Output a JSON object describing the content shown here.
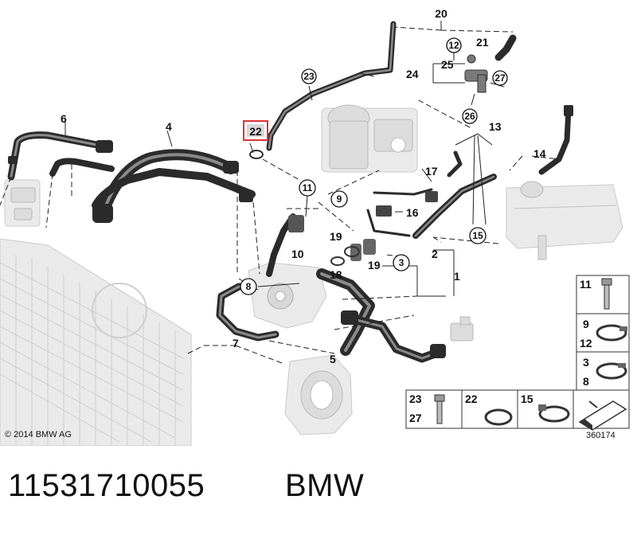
{
  "callouts": {
    "c1": "1",
    "c2": "2",
    "c3": "3",
    "c4": "4",
    "c5": "5",
    "c6": "6",
    "c7": "7",
    "c8": "8",
    "c9": "9",
    "c10": "10",
    "c11": "11",
    "c12": "12",
    "c13": "13",
    "c14": "14",
    "c15": "15",
    "c16": "16",
    "c17": "17",
    "c18": "18",
    "c19a": "19",
    "c19b": "19",
    "c20": "20",
    "c21": "21",
    "c22": "22",
    "c23": "23",
    "c24": "24",
    "c25": "25",
    "c26": "26",
    "c27": "27"
  },
  "legend": {
    "row1": "11",
    "row2a": "9",
    "row2b": "12",
    "row3a": "3",
    "row3b": "8",
    "bottom_a1": "23",
    "bottom_a2": "27",
    "bottom_b": "22",
    "bottom_c": "15"
  },
  "highlight": {
    "label": "22",
    "color": "#e0303a"
  },
  "footer": {
    "copyright": "© 2014 BMW AG",
    "reference": "360174",
    "part_number": "11531710055",
    "brand": "BMW"
  }
}
